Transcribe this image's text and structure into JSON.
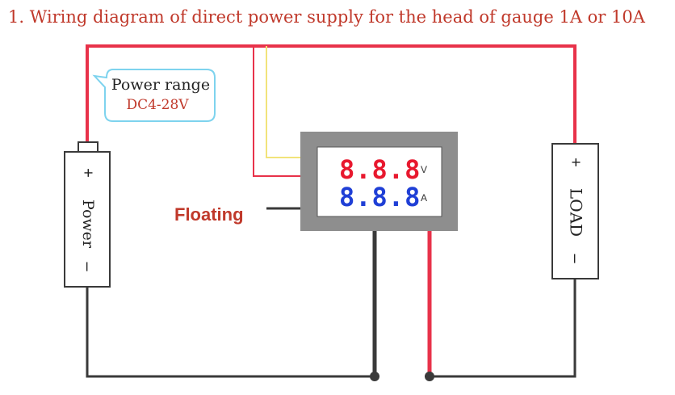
{
  "title": "1. Wiring diagram of direct power supply for the head of gauge 1A or 10A",
  "callout": {
    "line1": "Power range",
    "line2": "DC4-28V"
  },
  "floating_label": "Floating",
  "gauge": {
    "voltage_display": "8.8.8",
    "voltage_unit": "V",
    "current_display": "8.8.8",
    "current_unit": "A"
  },
  "power_supply": {
    "plus": "+",
    "label": "Power",
    "minus": "–"
  },
  "load": {
    "plus": "+",
    "label": "LOAD",
    "minus": "–"
  },
  "colors": {
    "red_wire": "#e8324a",
    "yellow_wire": "#f2e37a",
    "black_wire": "#3a3a3a",
    "title_text": "#c0392b",
    "voltage_digits": "#e8182e",
    "current_digits": "#1f3fd6",
    "callout_border": "#7ed3ee"
  }
}
